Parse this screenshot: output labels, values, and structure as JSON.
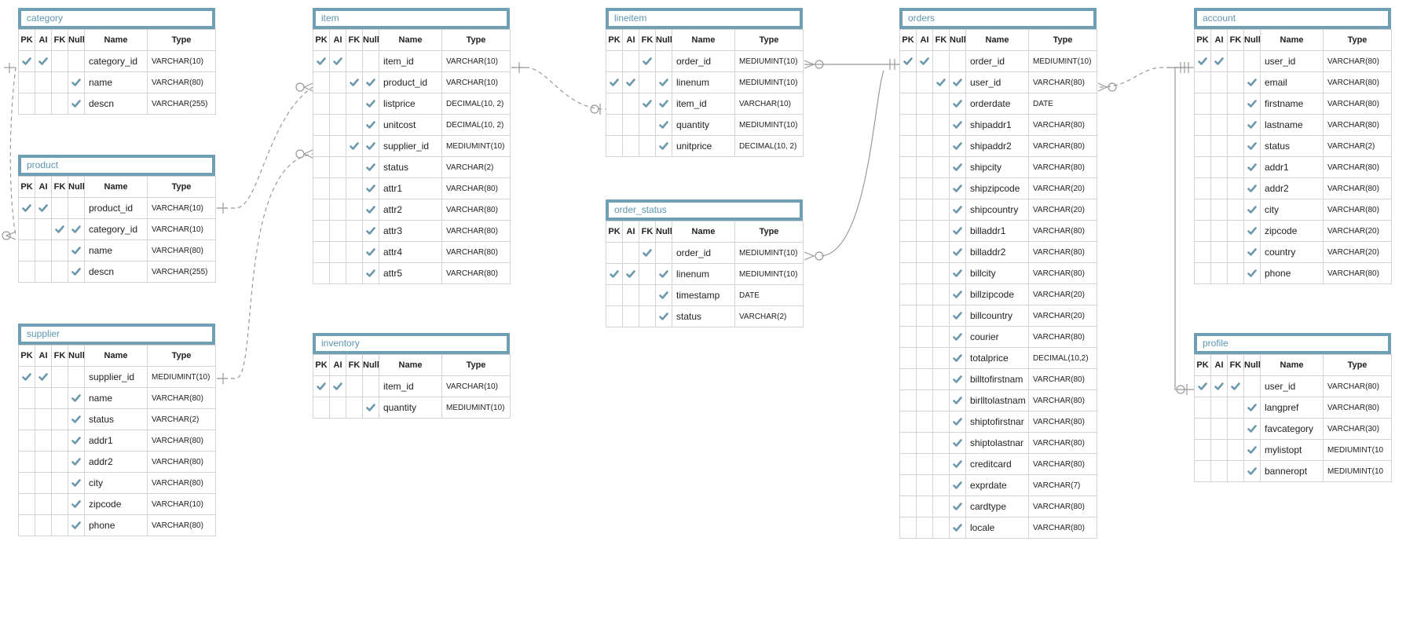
{
  "column_headers": {
    "pk": "PK",
    "ai": "AI",
    "fk": "FK",
    "null": "Null",
    "name": "Name",
    "type": "Type"
  },
  "colors": {
    "table_header_border": "#6f9fb5",
    "title_text": "#5c95b0",
    "check": "#6c98ad",
    "grid": "#d3d3d3",
    "connector": "#999999"
  },
  "check_icon": "checkmark-icon",
  "tables": [
    {
      "id": "category",
      "name": "category",
      "columns": [
        {
          "name": "category_id",
          "type": "VARCHAR(10)",
          "pk": true,
          "ai": true,
          "fk": false,
          "null": false
        },
        {
          "name": "name",
          "type": "VARCHAR(80)",
          "pk": false,
          "ai": false,
          "fk": false,
          "null": true
        },
        {
          "name": "descn",
          "type": "VARCHAR(255)",
          "pk": false,
          "ai": false,
          "fk": false,
          "null": true
        }
      ]
    },
    {
      "id": "product",
      "name": "product",
      "columns": [
        {
          "name": "product_id",
          "type": "VARCHAR(10)",
          "pk": true,
          "ai": true,
          "fk": false,
          "null": false
        },
        {
          "name": "category_id",
          "type": "VARCHAR(10)",
          "pk": false,
          "ai": false,
          "fk": true,
          "null": true
        },
        {
          "name": "name",
          "type": "VARCHAR(80)",
          "pk": false,
          "ai": false,
          "fk": false,
          "null": true
        },
        {
          "name": "descn",
          "type": "VARCHAR(255)",
          "pk": false,
          "ai": false,
          "fk": false,
          "null": true
        }
      ]
    },
    {
      "id": "supplier",
      "name": "supplier",
      "columns": [
        {
          "name": "supplier_id",
          "type": "MEDIUMINT(10)",
          "pk": true,
          "ai": true,
          "fk": false,
          "null": false
        },
        {
          "name": "name",
          "type": "VARCHAR(80)",
          "pk": false,
          "ai": false,
          "fk": false,
          "null": true
        },
        {
          "name": "status",
          "type": "VARCHAR(2)",
          "pk": false,
          "ai": false,
          "fk": false,
          "null": true
        },
        {
          "name": "addr1",
          "type": "VARCHAR(80)",
          "pk": false,
          "ai": false,
          "fk": false,
          "null": true
        },
        {
          "name": "addr2",
          "type": "VARCHAR(80)",
          "pk": false,
          "ai": false,
          "fk": false,
          "null": true
        },
        {
          "name": "city",
          "type": "VARCHAR(80)",
          "pk": false,
          "ai": false,
          "fk": false,
          "null": true
        },
        {
          "name": "zipcode",
          "type": "VARCHAR(10)",
          "pk": false,
          "ai": false,
          "fk": false,
          "null": true
        },
        {
          "name": "phone",
          "type": "VARCHAR(80)",
          "pk": false,
          "ai": false,
          "fk": false,
          "null": true
        }
      ]
    },
    {
      "id": "item",
      "name": "item",
      "columns": [
        {
          "name": "item_id",
          "type": "VARCHAR(10)",
          "pk": true,
          "ai": true,
          "fk": false,
          "null": false
        },
        {
          "name": "product_id",
          "type": "VARCHAR(10)",
          "pk": false,
          "ai": false,
          "fk": true,
          "null": true
        },
        {
          "name": "listprice",
          "type": "DECIMAL(10, 2)",
          "pk": false,
          "ai": false,
          "fk": false,
          "null": true
        },
        {
          "name": "unitcost",
          "type": "DECIMAL(10, 2)",
          "pk": false,
          "ai": false,
          "fk": false,
          "null": true
        },
        {
          "name": "supplier_id",
          "type": "MEDIUMINT(10)",
          "pk": false,
          "ai": false,
          "fk": true,
          "null": true
        },
        {
          "name": "status",
          "type": "VARCHAR(2)",
          "pk": false,
          "ai": false,
          "fk": false,
          "null": true
        },
        {
          "name": "attr1",
          "type": "VARCHAR(80)",
          "pk": false,
          "ai": false,
          "fk": false,
          "null": true
        },
        {
          "name": "attr2",
          "type": "VARCHAR(80)",
          "pk": false,
          "ai": false,
          "fk": false,
          "null": true
        },
        {
          "name": "attr3",
          "type": "VARCHAR(80)",
          "pk": false,
          "ai": false,
          "fk": false,
          "null": true
        },
        {
          "name": "attr4",
          "type": "VARCHAR(80)",
          "pk": false,
          "ai": false,
          "fk": false,
          "null": true
        },
        {
          "name": "attr5",
          "type": "VARCHAR(80)",
          "pk": false,
          "ai": false,
          "fk": false,
          "null": true
        }
      ]
    },
    {
      "id": "inventory",
      "name": "inventory",
      "columns": [
        {
          "name": "item_id",
          "type": "VARCHAR(10)",
          "pk": true,
          "ai": true,
          "fk": false,
          "null": false
        },
        {
          "name": "quantity",
          "type": "MEDIUMINT(10)",
          "pk": false,
          "ai": false,
          "fk": false,
          "null": true
        }
      ]
    },
    {
      "id": "lineitem",
      "name": "lineitem",
      "columns": [
        {
          "name": "order_id",
          "type": "MEDIUMINT(10)",
          "pk": false,
          "ai": false,
          "fk": true,
          "null": false
        },
        {
          "name": "linenum",
          "type": "MEDIUMINT(10)",
          "pk": true,
          "ai": true,
          "fk": false,
          "null": true
        },
        {
          "name": "item_id",
          "type": "VARCHAR(10)",
          "pk": false,
          "ai": false,
          "fk": true,
          "null": true
        },
        {
          "name": "quantity",
          "type": "MEDIUMINT(10)",
          "pk": false,
          "ai": false,
          "fk": false,
          "null": true
        },
        {
          "name": "unitprice",
          "type": "DECIMAL(10, 2)",
          "pk": false,
          "ai": false,
          "fk": false,
          "null": true
        }
      ]
    },
    {
      "id": "order_status",
      "name": "order_status",
      "columns": [
        {
          "name": "order_id",
          "type": "MEDIUMINT(10)",
          "pk": false,
          "ai": false,
          "fk": true,
          "null": false
        },
        {
          "name": "linenum",
          "type": "MEDIUMINT(10)",
          "pk": true,
          "ai": true,
          "fk": false,
          "null": true
        },
        {
          "name": "timestamp",
          "type": "DATE",
          "pk": false,
          "ai": false,
          "fk": false,
          "null": true
        },
        {
          "name": "status",
          "type": "VARCHAR(2)",
          "pk": false,
          "ai": false,
          "fk": false,
          "null": true
        }
      ]
    },
    {
      "id": "orders",
      "name": "orders",
      "columns": [
        {
          "name": "order_id",
          "type": "MEDIUMINT(10)",
          "pk": true,
          "ai": true,
          "fk": false,
          "null": false
        },
        {
          "name": "user_id",
          "type": "VARCHAR(80)",
          "pk": false,
          "ai": false,
          "fk": true,
          "null": true
        },
        {
          "name": "orderdate",
          "type": "DATE",
          "pk": false,
          "ai": false,
          "fk": false,
          "null": true
        },
        {
          "name": "shipaddr1",
          "type": "VARCHAR(80)",
          "pk": false,
          "ai": false,
          "fk": false,
          "null": true
        },
        {
          "name": "shipaddr2",
          "type": "VARCHAR(80)",
          "pk": false,
          "ai": false,
          "fk": false,
          "null": true
        },
        {
          "name": "shipcity",
          "type": "VARCHAR(80)",
          "pk": false,
          "ai": false,
          "fk": false,
          "null": true
        },
        {
          "name": "shipzipcode",
          "type": "VARCHAR(20)",
          "pk": false,
          "ai": false,
          "fk": false,
          "null": true
        },
        {
          "name": "shipcountry",
          "type": "VARCHAR(20)",
          "pk": false,
          "ai": false,
          "fk": false,
          "null": true
        },
        {
          "name": "billaddr1",
          "type": "VARCHAR(80)",
          "pk": false,
          "ai": false,
          "fk": false,
          "null": true
        },
        {
          "name": "billaddr2",
          "type": "VARCHAR(80)",
          "pk": false,
          "ai": false,
          "fk": false,
          "null": true
        },
        {
          "name": "billcity",
          "type": "VARCHAR(80)",
          "pk": false,
          "ai": false,
          "fk": false,
          "null": true
        },
        {
          "name": "billzipcode",
          "type": "VARCHAR(20)",
          "pk": false,
          "ai": false,
          "fk": false,
          "null": true
        },
        {
          "name": "billcountry",
          "type": "VARCHAR(20)",
          "pk": false,
          "ai": false,
          "fk": false,
          "null": true
        },
        {
          "name": "courier",
          "type": "VARCHAR(80)",
          "pk": false,
          "ai": false,
          "fk": false,
          "null": true
        },
        {
          "name": "totalprice",
          "type": "DECIMAL(10,2)",
          "pk": false,
          "ai": false,
          "fk": false,
          "null": true
        },
        {
          "name": "billtofirstnam",
          "type": "VARCHAR(80)",
          "pk": false,
          "ai": false,
          "fk": false,
          "null": true
        },
        {
          "name": "birlltolastnam",
          "type": "VARCHAR(80)",
          "pk": false,
          "ai": false,
          "fk": false,
          "null": true
        },
        {
          "name": "shiptofirstnar",
          "type": "VARCHAR(80)",
          "pk": false,
          "ai": false,
          "fk": false,
          "null": true
        },
        {
          "name": "shiptolastnar",
          "type": "VARCHAR(80)",
          "pk": false,
          "ai": false,
          "fk": false,
          "null": true
        },
        {
          "name": "creditcard",
          "type": "VARCHAR(80)",
          "pk": false,
          "ai": false,
          "fk": false,
          "null": true
        },
        {
          "name": "exprdate",
          "type": "VARCHAR(7)",
          "pk": false,
          "ai": false,
          "fk": false,
          "null": true
        },
        {
          "name": "cardtype",
          "type": "VARCHAR(80)",
          "pk": false,
          "ai": false,
          "fk": false,
          "null": true
        },
        {
          "name": "locale",
          "type": "VARCHAR(80)",
          "pk": false,
          "ai": false,
          "fk": false,
          "null": true
        }
      ]
    },
    {
      "id": "account",
      "name": "account",
      "columns": [
        {
          "name": "user_id",
          "type": "VARCHAR(80)",
          "pk": true,
          "ai": true,
          "fk": false,
          "null": false
        },
        {
          "name": "email",
          "type": "VARCHAR(80)",
          "pk": false,
          "ai": false,
          "fk": false,
          "null": true
        },
        {
          "name": "firstname",
          "type": "VARCHAR(80)",
          "pk": false,
          "ai": false,
          "fk": false,
          "null": true
        },
        {
          "name": "lastname",
          "type": "VARCHAR(80)",
          "pk": false,
          "ai": false,
          "fk": false,
          "null": true
        },
        {
          "name": "status",
          "type": "VARCHAR(2)",
          "pk": false,
          "ai": false,
          "fk": false,
          "null": true
        },
        {
          "name": "addr1",
          "type": "VARCHAR(80)",
          "pk": false,
          "ai": false,
          "fk": false,
          "null": true
        },
        {
          "name": "addr2",
          "type": "VARCHAR(80)",
          "pk": false,
          "ai": false,
          "fk": false,
          "null": true
        },
        {
          "name": "city",
          "type": "VARCHAR(80)",
          "pk": false,
          "ai": false,
          "fk": false,
          "null": true
        },
        {
          "name": "zipcode",
          "type": "VARCHAR(20)",
          "pk": false,
          "ai": false,
          "fk": false,
          "null": true
        },
        {
          "name": "country",
          "type": "VARCHAR(20)",
          "pk": false,
          "ai": false,
          "fk": false,
          "null": true
        },
        {
          "name": "phone",
          "type": "VARCHAR(80)",
          "pk": false,
          "ai": false,
          "fk": false,
          "null": true
        }
      ]
    },
    {
      "id": "profile",
      "name": "profile",
      "columns": [
        {
          "name": "user_id",
          "type": "VARCHAR(80)",
          "pk": true,
          "ai": true,
          "fk": true,
          "null": false
        },
        {
          "name": "langpref",
          "type": "VARCHAR(80)",
          "pk": false,
          "ai": false,
          "fk": false,
          "null": true
        },
        {
          "name": "favcategory",
          "type": "VARCHAR(30)",
          "pk": false,
          "ai": false,
          "fk": false,
          "null": true
        },
        {
          "name": "mylistopt",
          "type": "MEDIUMINT(10",
          "pk": false,
          "ai": false,
          "fk": false,
          "null": true
        },
        {
          "name": "banneropt",
          "type": "MEDIUMINT(10",
          "pk": false,
          "ai": false,
          "fk": false,
          "null": true
        }
      ]
    }
  ],
  "relationships": [
    {
      "from": "category.category_id",
      "to": "product.category_id",
      "style": "dashed"
    },
    {
      "from": "product.product_id",
      "to": "item.product_id",
      "style": "dashed"
    },
    {
      "from": "supplier.supplier_id",
      "to": "item.supplier_id",
      "style": "dashed"
    },
    {
      "from": "item.item_id",
      "to": "lineitem.item_id",
      "style": "dashed"
    },
    {
      "from": "orders.order_id",
      "to": "lineitem.order_id",
      "style": "solid"
    },
    {
      "from": "orders.order_id",
      "to": "order_status.order_id",
      "style": "solid"
    },
    {
      "from": "account.user_id",
      "to": "orders.user_id",
      "style": "dashed"
    },
    {
      "from": "account.user_id",
      "to": "profile.user_id",
      "style": "solid"
    }
  ]
}
